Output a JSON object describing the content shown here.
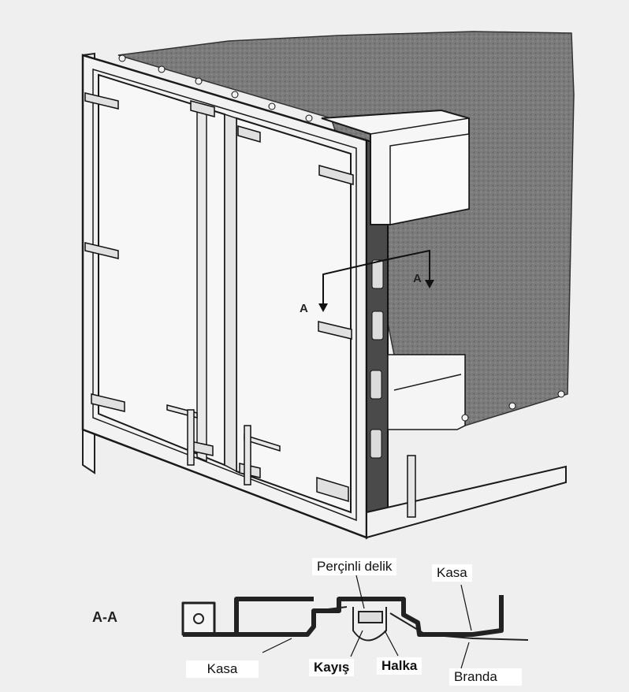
{
  "section_markers": {
    "left": "A",
    "right": "A"
  },
  "section_title": "A-A",
  "labels": {
    "percinli_delik": "Perçinli delik",
    "kasa_top": "Kasa",
    "kasa_bottom": "Kasa",
    "kayis": "Kayış",
    "halka": "Halka",
    "branda": "Branda"
  }
}
